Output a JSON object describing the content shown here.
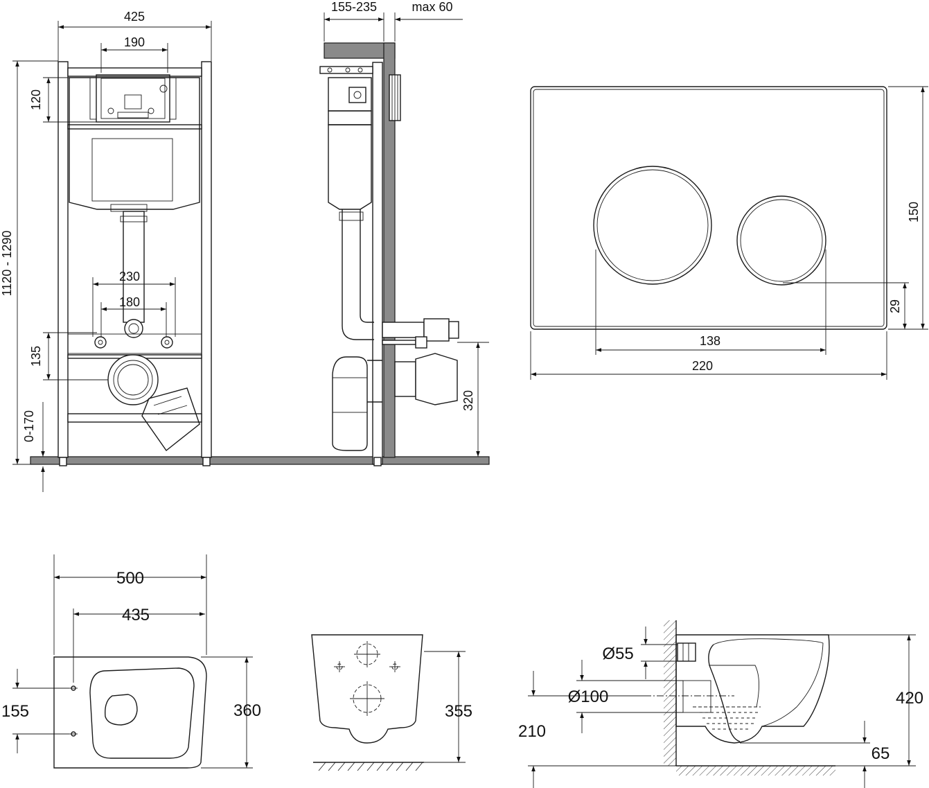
{
  "installation_front": {
    "width_total": "425",
    "width_button_frame": "190",
    "height_frame": "1120 - 1290",
    "button_frame_height": "120",
    "width_studs_outer": "230",
    "width_studs_inner": "180",
    "outlet_height_offset": "135",
    "leg_adjust": "0-170"
  },
  "installation_side": {
    "depth_range": "155-235",
    "max_wall": "max 60",
    "outlet_height": "320"
  },
  "flush_plate": {
    "width": "220",
    "height": "150",
    "button_spacing": "138",
    "button_offset": "29"
  },
  "toilet_top": {
    "length": "500",
    "length_inner": "435",
    "width": "360",
    "hole_spacing": "155"
  },
  "toilet_back": {
    "height": "355"
  },
  "toilet_side": {
    "inlet_diameter": "Ø55",
    "outlet_diameter": "Ø100",
    "outlet_height": "210",
    "height": "420",
    "trap_depth": "65"
  }
}
